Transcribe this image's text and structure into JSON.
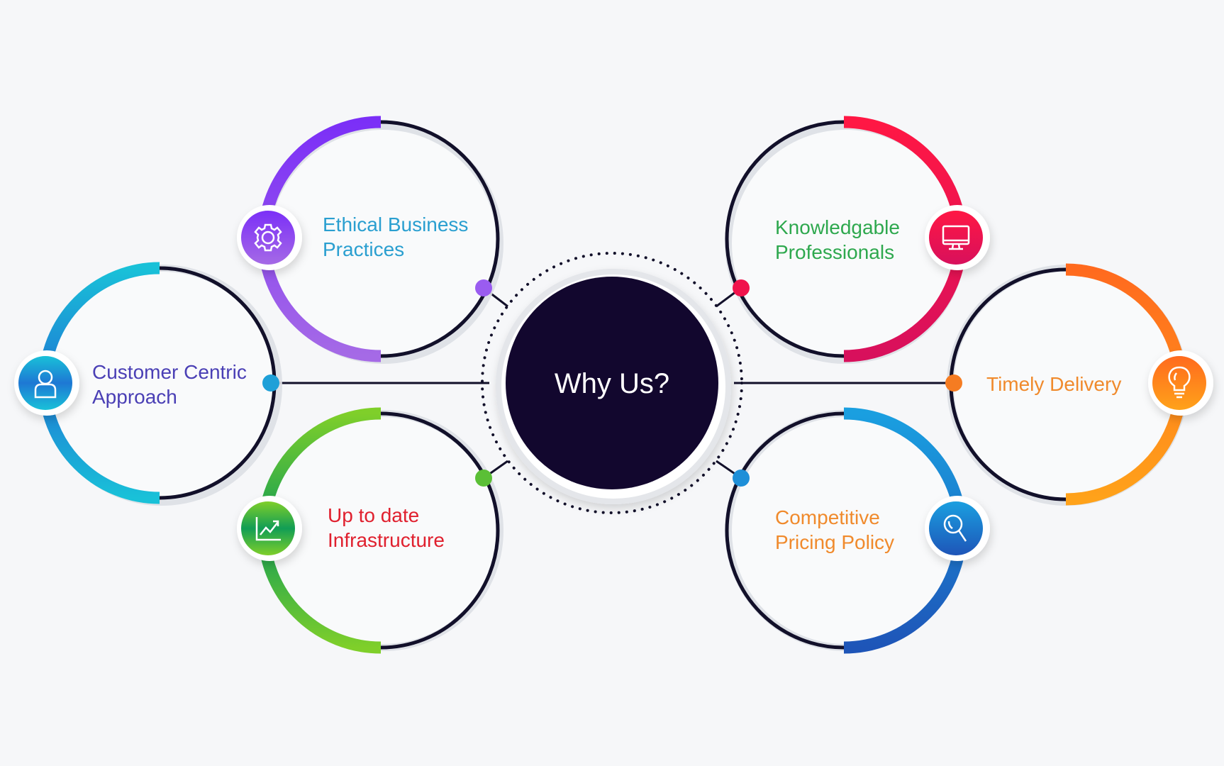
{
  "center": {
    "title": "Why Us?",
    "fill": "#12072e"
  },
  "colors": {
    "ring_dark": "#12102a",
    "connector": "#12102a",
    "ring_shadow": "#dde0e6",
    "inner_fill": "#fafbfc"
  },
  "items": [
    {
      "id": "ethical",
      "label_lines": [
        "Ethical Business",
        "Practices"
      ],
      "text_color": "#2a9fd0",
      "grad": [
        "#7b2ff7",
        "#a56ae6"
      ],
      "icon": "gear-icon",
      "dot_color": "#9a5cf0"
    },
    {
      "id": "customer",
      "label_lines": [
        "Customer Centric",
        "Approach"
      ],
      "text_color": "#4a3fb5",
      "grad": [
        "#1e78d4",
        "#19c1d8"
      ],
      "icon": "user-icon",
      "dot_color": "#1ea0d8"
    },
    {
      "id": "infra",
      "label_lines": [
        "Up to date",
        "Infrastructure"
      ],
      "text_color": "#e0202e",
      "grad": [
        "#119d55",
        "#7fcf2a"
      ],
      "icon": "chart-trend-icon",
      "dot_color": "#5bbf36"
    },
    {
      "id": "knowledge",
      "label_lines": [
        "Knowledgable",
        "Professionals"
      ],
      "text_color": "#2ea84e",
      "grad": [
        "#ff1744",
        "#d8105c"
      ],
      "icon": "monitor-icon",
      "dot_color": "#f0134c"
    },
    {
      "id": "timely",
      "label_lines": [
        "Timely Delivery"
      ],
      "text_color": "#f08a2c",
      "grad": [
        "#ff6a1e",
        "#ffa21a"
      ],
      "icon": "lightbulb-icon",
      "dot_color": "#f57c22"
    },
    {
      "id": "pricing",
      "label_lines": [
        "Competitive",
        "Pricing Policy"
      ],
      "text_color": "#f08a2c",
      "grad": [
        "#1a9fe0",
        "#1e55b8"
      ],
      "icon": "search-icon",
      "dot_color": "#1e8fd8"
    }
  ]
}
